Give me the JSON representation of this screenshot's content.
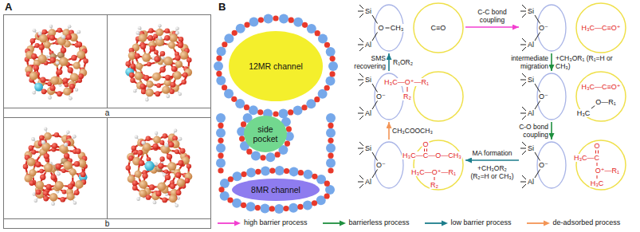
{
  "diagram": {
    "nodes": [
      {
        "text": [
          "12MR channel"
        ]
      },
      {
        "text": [
          "side pocket"
        ]
      },
      {
        "text": [
          "8MR channel"
        ]
      },
      {
        "text": [
          "Si",
          "O",
          "CH₃",
          "Al",
          "C≡O"
        ]
      },
      {
        "text": [
          "Si",
          "O⁻",
          "Al",
          "H₃C—C≡O⁺"
        ]
      },
      {
        "text": [
          "Si",
          "O⁻",
          "Al",
          "H₃C—O⁺—R₁",
          "R₂"
        ]
      },
      {
        "text": [
          "Si",
          "O⁻",
          "Al",
          "H₃C—C≡O⁺",
          "O—R₁",
          "H₃C"
        ]
      },
      {
        "text": [
          "Si",
          "O⁻",
          "Al",
          "O",
          "H₃C—C—O—CH₃",
          "H₃C—O⁺—R₁",
          "R₂"
        ]
      },
      {
        "text": [
          "Si",
          "O⁻",
          "Al",
          "O",
          "H₃C—C",
          "O⁺—R₁",
          "H₃C"
        ]
      }
    ],
    "edges": [
      {
        "from": 3,
        "to": 4,
        "arrow": "to",
        "label": "C-C bond coupling"
      },
      {
        "from": 4,
        "to": 6,
        "arrow": "to",
        "label": "intermediate migration"
      },
      {
        "from": 6,
        "to": 8,
        "arrow": "to",
        "label": "C-O bond coupling"
      },
      {
        "from": 8,
        "to": 7,
        "arrow": "to",
        "label": "MA formation"
      },
      {
        "from": 7,
        "to": 5,
        "arrow": "to",
        "label": "CH₃COOCH₃"
      },
      {
        "from": 5,
        "to": 3,
        "arrow": "to",
        "label": "SMS recovering"
      }
    ],
    "labels": [
      "A",
      "a",
      "b",
      "B",
      "R₁OR₂",
      "+CH₃OR₁ (R₁=H or CH₃)",
      "+CH₃OR₂ (R₂=H or CH₃)"
    ],
    "legend": [
      {
        "text": "high barrier process"
      },
      {
        "text": "barrierless process"
      },
      {
        "text": "low barrier process"
      },
      {
        "text": "de-adsorbed process"
      }
    ]
  }
}
